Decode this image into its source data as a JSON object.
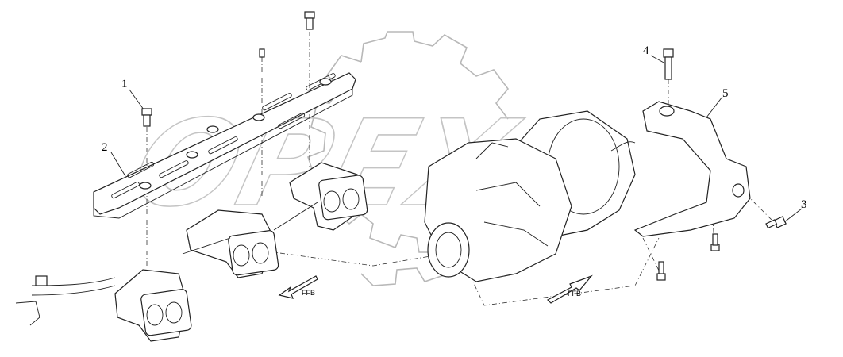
{
  "watermark": {
    "text": "OPEX",
    "color": "#c4c4c4"
  },
  "callouts": [
    {
      "id": "1",
      "label": "1"
    },
    {
      "id": "2",
      "label": "2"
    },
    {
      "id": "3",
      "label": "3"
    },
    {
      "id": "4",
      "label": "4"
    },
    {
      "id": "5",
      "label": "5"
    }
  ],
  "direction_labels": [
    {
      "id": "left",
      "text": "FFB"
    },
    {
      "id": "right",
      "text": "FFB"
    }
  ],
  "colors": {
    "line": "#222222",
    "background": "#ffffff"
  }
}
